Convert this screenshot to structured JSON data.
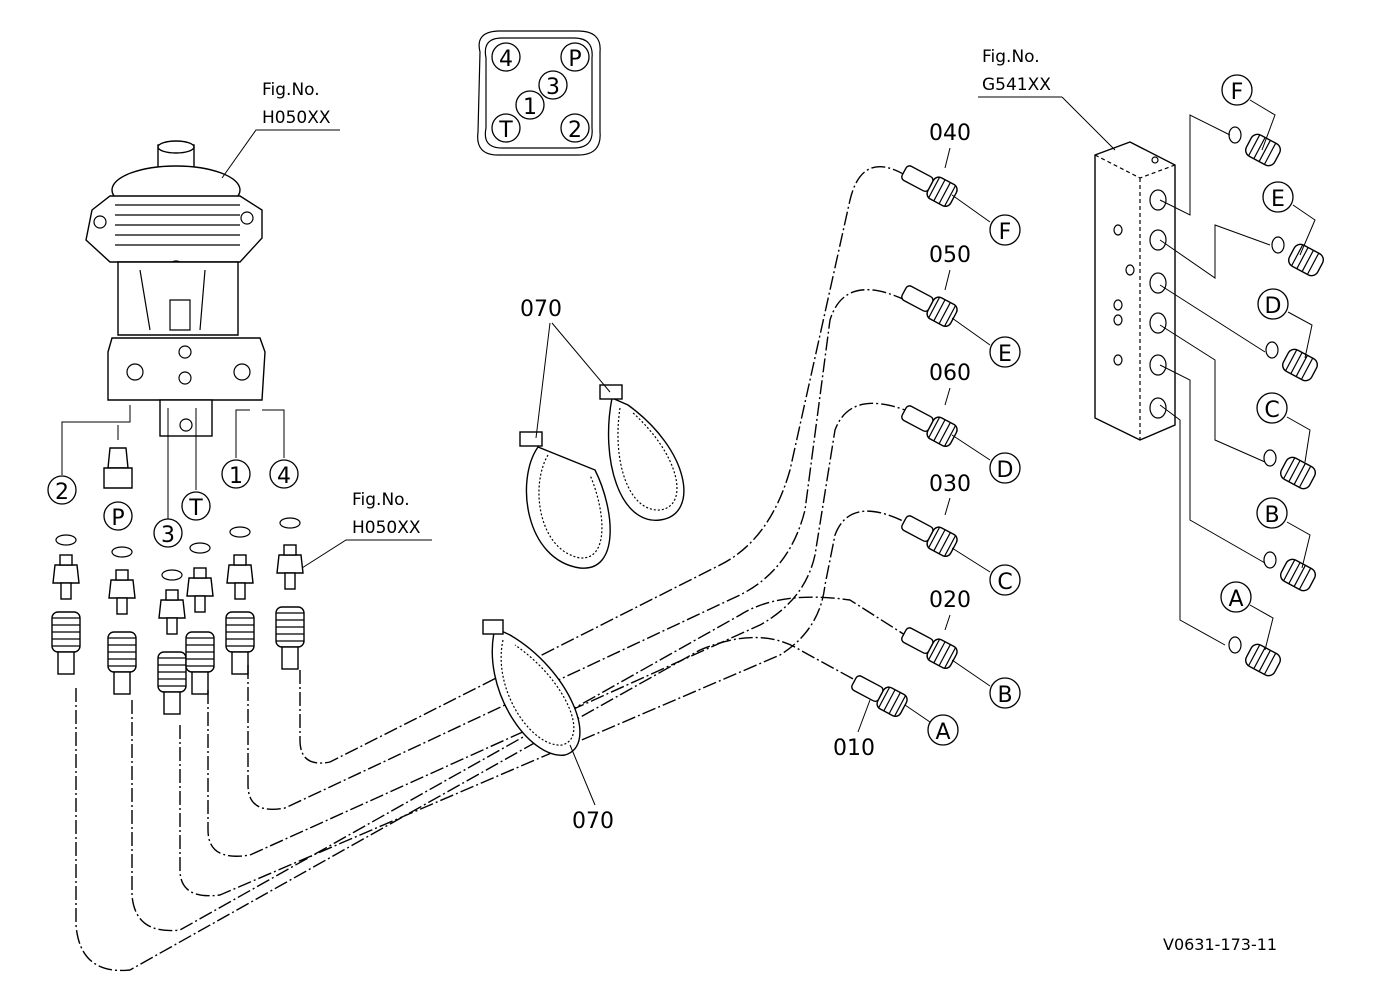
{
  "figure_id": "V0631-173-11",
  "fig_refs": {
    "top_left": {
      "line1": "Fig.No.",
      "line2": "H050XX"
    },
    "mid_left": {
      "line1": "Fig.No.",
      "line2": "H050XX"
    },
    "top_right": {
      "line1": "Fig.No.",
      "line2": "G541XX"
    }
  },
  "port_map": [
    "4",
    "P",
    "3",
    "1",
    "T",
    "2"
  ],
  "valve_ports": [
    "2",
    "P",
    "3",
    "T",
    "1",
    "4"
  ],
  "hose_parts": [
    "040",
    "050",
    "060",
    "030",
    "020",
    "010"
  ],
  "hose_letters": [
    "F",
    "E",
    "D",
    "C",
    "B",
    "A"
  ],
  "clamp_parts": [
    "070",
    "070"
  ],
  "manifold_letters": [
    "F",
    "E",
    "D",
    "C",
    "B",
    "A"
  ]
}
